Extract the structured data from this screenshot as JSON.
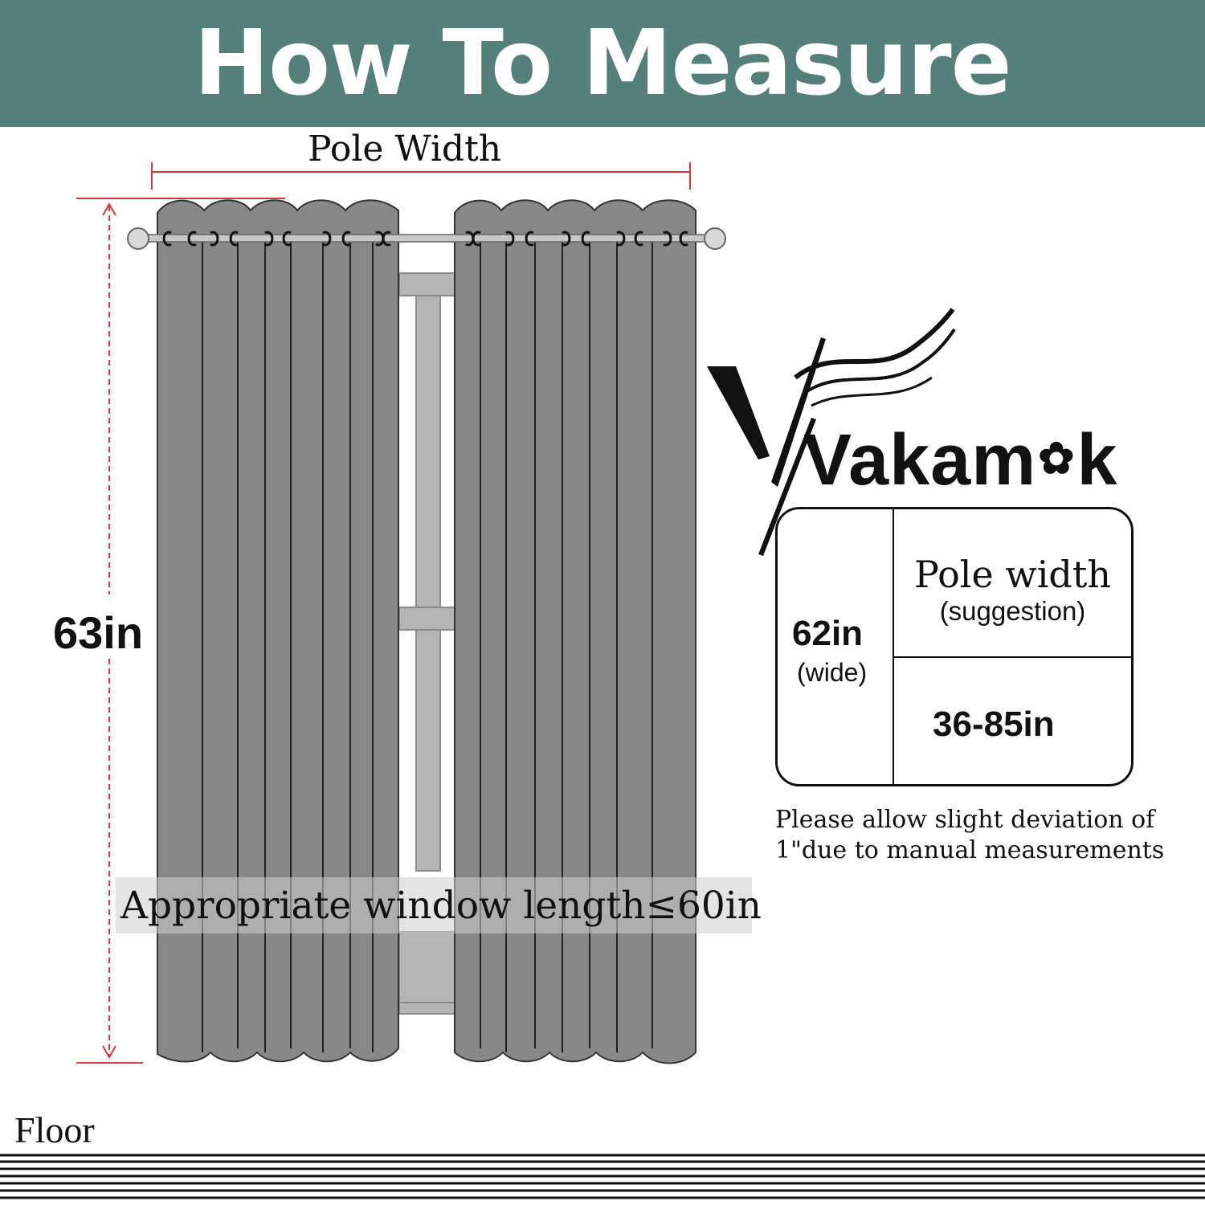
{
  "colors": {
    "banner": "#547f7b",
    "curtain": "#888888",
    "curtain_line": "#222222",
    "window_frame": "#b5b5b5",
    "measure_line": "#d23a3a"
  },
  "header": {
    "title": "How To Measure"
  },
  "diagram": {
    "pole_width_label": "Pole Width",
    "curtain_height": "63in",
    "window_note": "Appropriate window length≤60in",
    "floor_label": "Floor"
  },
  "brand": {
    "name_before": "Vakam",
    "flower_icon": "✿",
    "name_after": "k"
  },
  "size_table": {
    "width_value": "62in",
    "width_sub": "(wide)",
    "pole_header": "Pole width",
    "pole_sub": "(suggestion)",
    "pole_range": "36-85in"
  },
  "note": "Please allow slight deviation of 1\"due to manual measurements"
}
